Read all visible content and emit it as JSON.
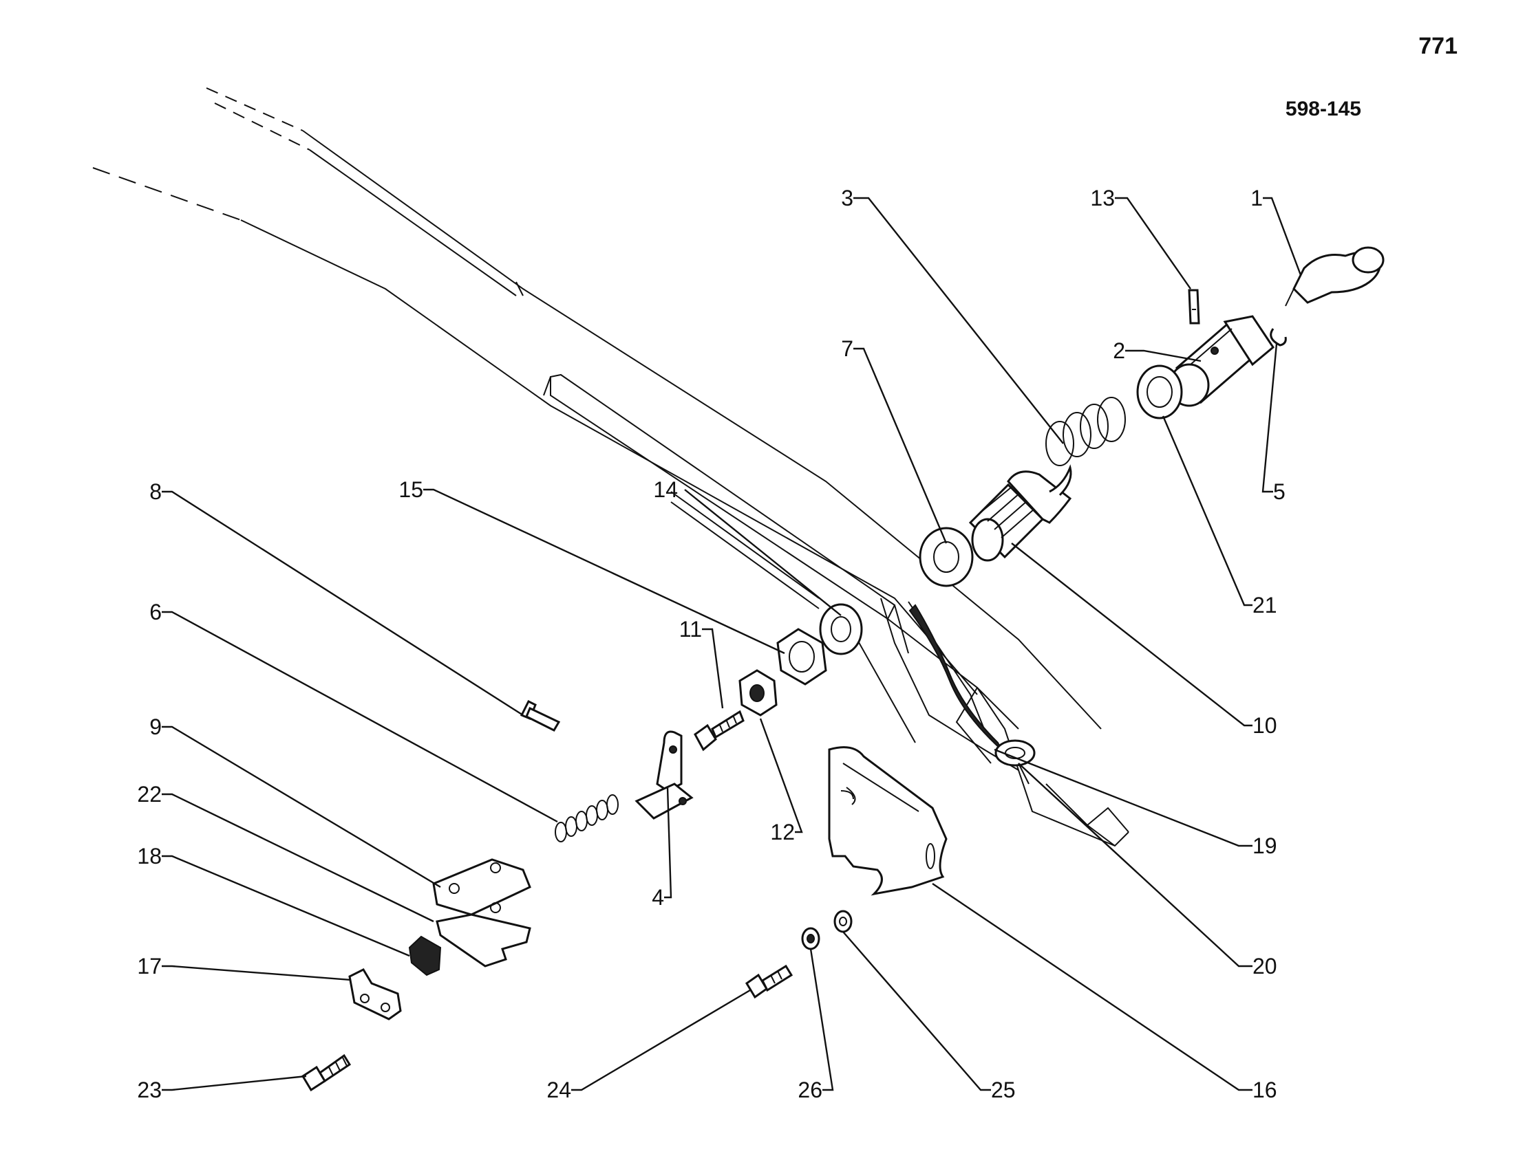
{
  "page": {
    "number": "771",
    "drawing_ref": "598-145"
  },
  "callouts": [
    "1",
    "2",
    "3",
    "4",
    "5",
    "6",
    "7",
    "8",
    "9",
    "10",
    "11",
    "12",
    "13",
    "14",
    "15",
    "16",
    "17",
    "18",
    "19",
    "20",
    "21",
    "22",
    "23",
    "24",
    "25",
    "26"
  ]
}
